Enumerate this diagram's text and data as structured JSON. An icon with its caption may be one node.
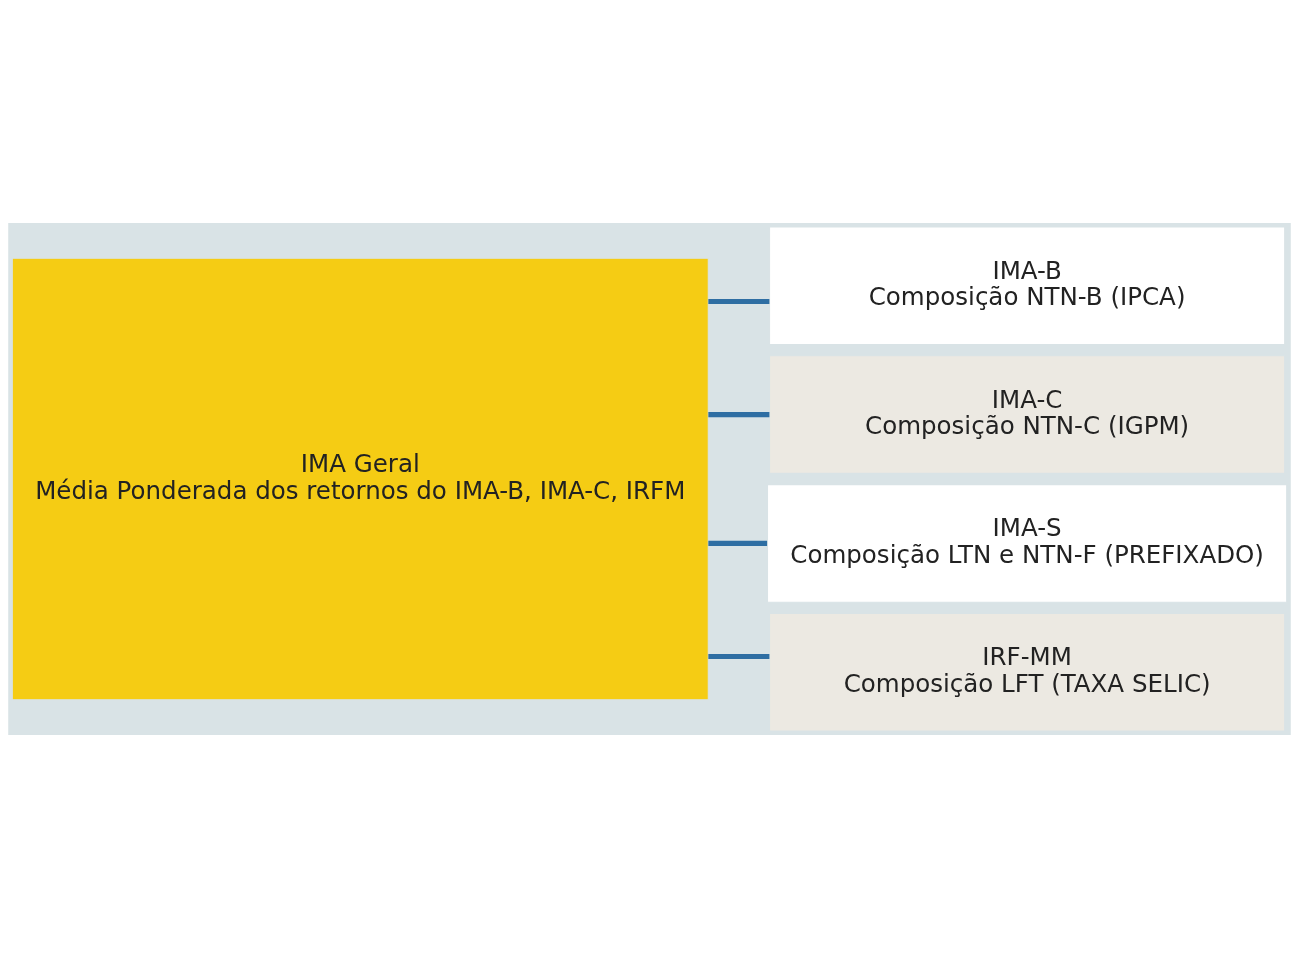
{
  "diagram": {
    "nodes": [
      {
        "text": [
          "IMA Geral",
          "Média Ponderada dos retornos do IMA-B, IMA-C, IRFM"
        ]
      },
      {
        "text": [
          "IMA-B",
          "Composição NTN-B (IPCA)"
        ]
      },
      {
        "text": [
          "IMA-C",
          "Composição NTN-C (IGPM)"
        ]
      },
      {
        "text": [
          "IMA-S",
          "Composição LTN e NTN-F (PREFIXADO)"
        ]
      },
      {
        "text": [
          "IRF-MM",
          "Composição LFT (TAXA SELIC)"
        ]
      }
    ],
    "edges": [
      {
        "from": 0,
        "to": 1,
        "arrow": "none"
      },
      {
        "from": 0,
        "to": 2,
        "arrow": "none"
      },
      {
        "from": 0,
        "to": 3,
        "arrow": "none"
      },
      {
        "from": 0,
        "to": 4,
        "arrow": "none"
      }
    ]
  }
}
